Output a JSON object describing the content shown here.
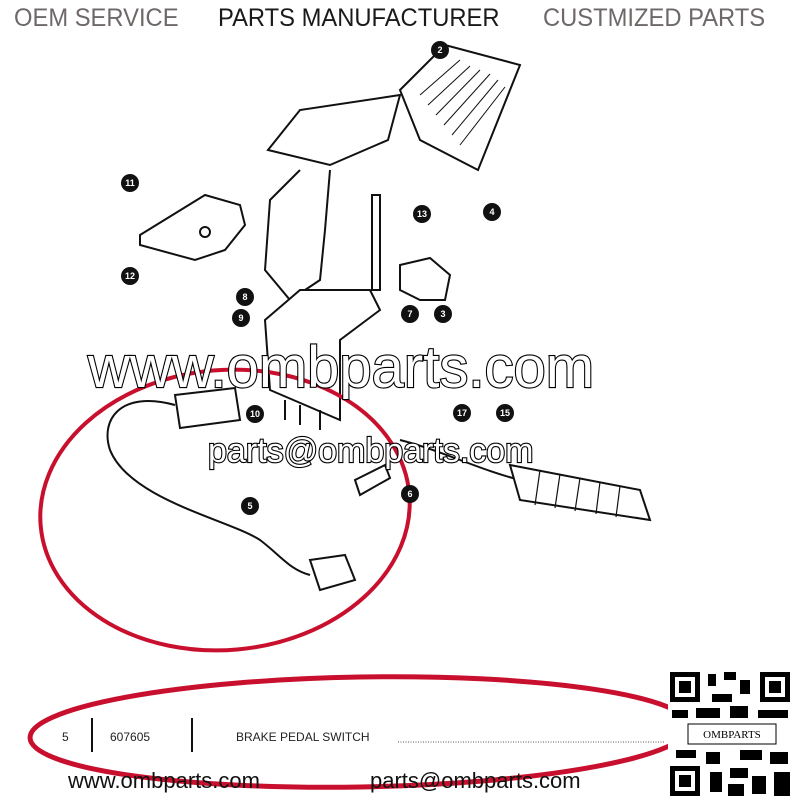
{
  "header": {
    "left": "OEM SERVICE",
    "center": "PARTS MANUFACTURER",
    "right": "CUSTMIZED PARTS"
  },
  "callouts": [
    "2",
    "11",
    "13",
    "4",
    "12",
    "8",
    "3",
    "7",
    "9",
    "10",
    "17",
    "15",
    "6",
    "5"
  ],
  "watermark": {
    "website": "www.ombparts.com",
    "email": "parts@ombparts.com"
  },
  "parts_row": {
    "item": "5",
    "part_number": "607605",
    "description": "BRAKE PEDAL SWITCH"
  },
  "footer": {
    "website": "www.ombparts.com",
    "email": "parts@ombparts.com"
  },
  "qr": {
    "label": "OMBPARTS"
  },
  "colors": {
    "highlight": "#c8102e",
    "header_gray": "#6e6868"
  }
}
